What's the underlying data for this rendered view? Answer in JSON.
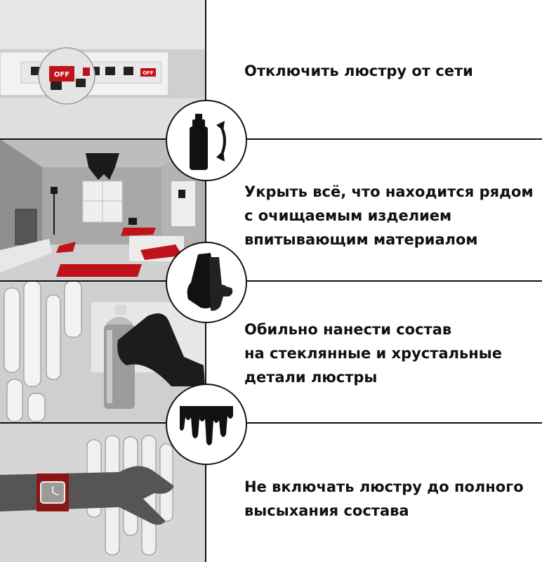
{
  "steps": [
    {
      "lines": [
        "Отключить люстру от сети"
      ],
      "icon": "switchboard-off-icon"
    },
    {
      "lines": [
        "Укрыть всё, что находится рядом",
        "с очищаемым изделием",
        "впитывающим материалом"
      ],
      "icon": "spray-can-shake-icon"
    },
    {
      "lines": [
        "Обильно нанести состав",
        "на стеклянные и хрустальные",
        "детали люстры"
      ],
      "icon": "rubber-gloves-icon"
    },
    {
      "lines": [
        "Не включать люстру до полного",
        "высыхания состава"
      ],
      "icon": "dripping-liquid-icon"
    }
  ],
  "switch_labels": [
    "OFF",
    "OFF"
  ],
  "colors": {
    "accent": "#c0121a",
    "ink": "#111111",
    "grey": "#bdbdbd"
  }
}
